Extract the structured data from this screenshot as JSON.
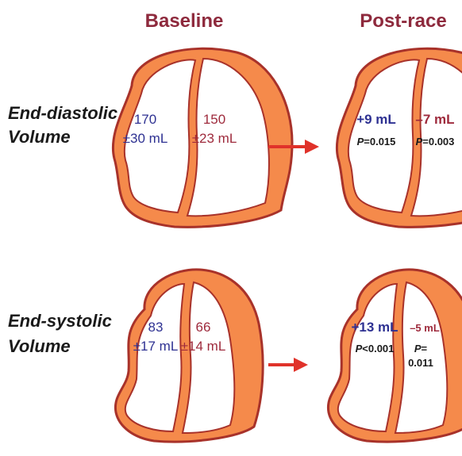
{
  "headers": {
    "baseline": "Baseline",
    "post_race": "Post-race"
  },
  "rows": {
    "diastolic": {
      "label_line1": "End-diastolic",
      "label_line2": "Volume",
      "baseline": {
        "lv_value": "170",
        "lv_sd": "±30 mL",
        "rv_value": "150",
        "rv_sd": "±23 mL"
      },
      "post_race": {
        "lv_change": "+9 mL",
        "lv_p_label": "P",
        "lv_p_value": "=0.015",
        "rv_change": "–7 mL",
        "rv_p_label": "P",
        "rv_p_value": "=0.003"
      }
    },
    "systolic": {
      "label_line1": "End-systolic",
      "label_line2": "Volume",
      "baseline": {
        "lv_value": "83",
        "lv_sd": "±17 mL",
        "rv_value": "66",
        "rv_sd": "±14 mL"
      },
      "post_race": {
        "lv_change": "+13 mL",
        "lv_p_label": "P",
        "lv_p_value": "<0.001",
        "rv_change": "–5 mL",
        "rv_p_label": "P",
        "rv_p_value": "=",
        "rv_p_value_line2": "0.011"
      }
    }
  },
  "colors": {
    "heading": "#8e2a3d",
    "lv_text": "#2e3192",
    "rv_text": "#9e2a3c",
    "wall_fill": "#f58a4b",
    "wall_outline": "#a8322a",
    "arrow": "#e0322a",
    "body_text": "#1a1a1a"
  },
  "icons": {
    "arrow": "right-arrow-icon"
  }
}
